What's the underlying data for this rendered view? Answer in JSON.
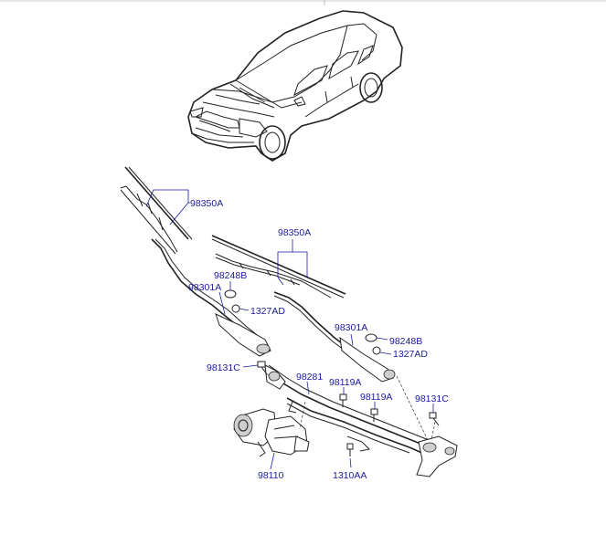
{
  "labels": {
    "blade_left": "98350A",
    "blade_right": "98350A",
    "cap_left": "98248B",
    "arm_left": "98301A",
    "nut_left": "1327AD",
    "arm_right": "98301A",
    "cap_right": "98248B",
    "nut_right": "1327AD",
    "bolt_left": "98131C",
    "linkage": "98281",
    "bolt_mid1": "98119A",
    "bolt_mid2": "98119A",
    "bolt_right": "98131C",
    "motor": "98110",
    "bolt_bottom": "1310AA"
  },
  "colors": {
    "label": "#1a1aa0",
    "line": "#222222"
  }
}
